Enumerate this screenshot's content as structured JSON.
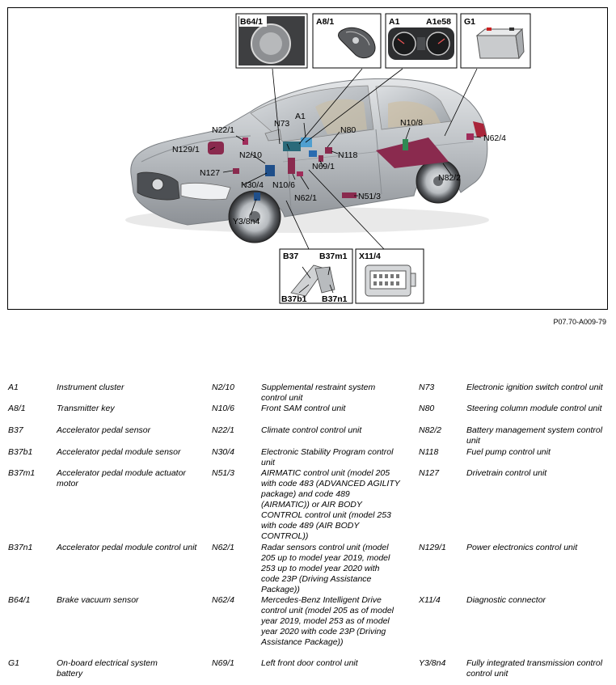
{
  "figure": {
    "code": "P07.70-A009-79",
    "callouts": {
      "b64_1": "B64/1",
      "a8_1": "A8/1",
      "a1": "A1",
      "a1e58": "A1e58",
      "g1": "G1",
      "b37": "B37",
      "b37m1": "B37m1",
      "b37b1": "B37b1",
      "b37n1": "B37n1",
      "x11_4": "X11/4"
    },
    "labels": {
      "n22_1": "N22/1",
      "n129_1": "N129/1",
      "n2_10": "N2/10",
      "n127": "N127",
      "n30_4": "N30/4",
      "y3_8n4": "Y3/8n4",
      "n10_6": "N10/6",
      "n62_1": "N62/1",
      "n51_3": "N51/3",
      "n73": "N73",
      "a1_car": "A1",
      "n80": "N80",
      "n118": "N118",
      "n69_1": "N69/1",
      "n10_8": "N10/8",
      "n62_4": "N62/4",
      "n82_2": "N82/2"
    }
  },
  "legend": {
    "col1": [
      {
        "code": "A1",
        "desc": "Instrument cluster"
      },
      {
        "code": "A8/1",
        "desc": "Transmitter key"
      },
      {
        "code": "B37",
        "desc": "Accelerator pedal sensor"
      },
      {
        "code": "B37b1",
        "desc": "Accelerator pedal module sensor"
      },
      {
        "code": "B37m1",
        "desc": "Accelerator pedal module actuator motor"
      },
      {
        "code": "B37n1",
        "desc": "Accelerator pedal module control unit"
      },
      {
        "code": "B64/1",
        "desc": "Brake vacuum sensor"
      },
      {
        "code": "G1",
        "desc": "On-board electrical system battery"
      }
    ],
    "col2": [
      {
        "code": "N2/10",
        "desc": "Supplemental restraint system control unit"
      },
      {
        "code": "N10/6",
        "desc": "Front SAM control unit"
      },
      {
        "code": "N22/1",
        "desc": "Climate control control unit"
      },
      {
        "code": "N30/4",
        "desc": "Electronic Stability Program control unit"
      },
      {
        "code": "N51/3",
        "desc": "AIRMATIC control unit (model 205 with code 483 (ADVANCED AGILITY package) and code 489 (AIRMATIC)) or AIR BODY CONTROL control unit (model 253 with code 489 (AIR BODY CONTROL))"
      },
      {
        "code": "N62/1",
        "desc": "Radar sensors control unit (model 205 up to model year 2019, model 253 up to model year 2020 with code 23P (Driving Assistance Package))"
      },
      {
        "code": "N62/4",
        "desc": "Mercedes-Benz Intelligent Drive control unit (model 205 as of model year 2019, model 253 as of model year 2020 with code 23P (Driving Assistance Package))"
      },
      {
        "code": "N69/1",
        "desc": "Left front door control unit"
      }
    ],
    "col3": [
      {
        "code": "N73",
        "desc": "Electronic ignition switch control unit"
      },
      {
        "code": "N80",
        "desc": "Steering column module control unit"
      },
      {
        "code": "N82/2",
        "desc": "Battery management system control unit"
      },
      {
        "code": "N118",
        "desc": "Fuel pump control unit"
      },
      {
        "code": "N127",
        "desc": "Drivetrain control unit"
      },
      {
        "code": "N129/1",
        "desc": "Power electronics control unit"
      },
      {
        "code": "X11/4",
        "desc": "Diagnostic connector"
      },
      {
        "code": "Y3/8n4",
        "desc": "Fully integrated transmission control control unit"
      }
    ]
  }
}
